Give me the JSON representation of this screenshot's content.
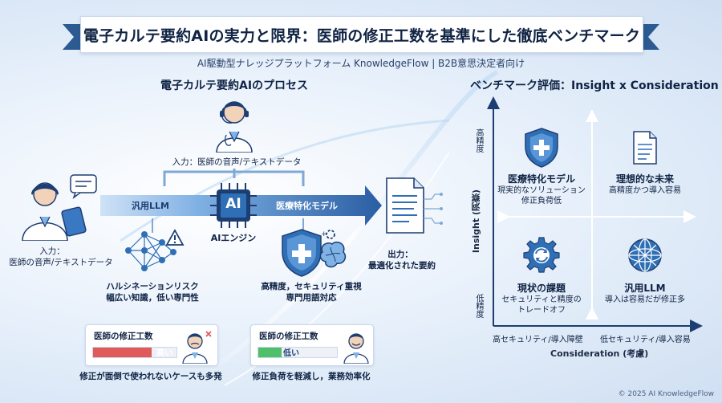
{
  "header": {
    "title": "電子カルテ要約AIの実力と限界：医師の修正工数を基準にした徹底ベンチマーク",
    "subtitle": "AI駆動型ナレッジプラットフォーム KnowledgeFlow | B2B意思決定者向け"
  },
  "process": {
    "title": "電子カルテ要約AIのプロセス",
    "top_input": "入力：医師の音声/テキストデータ",
    "left_input_1": "入力：",
    "left_input_2": "医師の音声/テキストデータ",
    "general_llm": "汎用LLM",
    "medical_model": "医療特化モデル",
    "ai_chip": "AI",
    "ai_engine": "AIエンジン",
    "output_1": "出力：",
    "output_2": "最適化された要約",
    "hallucination_1": "ハルシネーションリスク",
    "hallucination_2": "幅広い知識，低い専門性",
    "precision_1": "高精度，セキュリティ重視",
    "precision_2": "専門用語対応",
    "panel_left": {
      "title": "医師の修正工数",
      "level": "高い",
      "caption": "修正が面倒で使われないケースも多発",
      "fill": 0.7,
      "color": "#e05a5a"
    },
    "panel_right": {
      "title": "医師の修正工数",
      "level": "低い",
      "caption": "修正負荷を軽減し，業務効率化",
      "fill": 0.3,
      "color": "#4fbf6a"
    }
  },
  "benchmark": {
    "title": "ベンチマーク評価：Insight x Consideration",
    "y_axis": "Insight (洞察)",
    "y_high": "高精度",
    "y_low": "低精度",
    "x_axis": "Consideration (考慮)",
    "x_left": "高セキュリティ/導入障壁",
    "x_right": "低セキュリティ/導入容易",
    "q1": {
      "title": "医療特化モデル",
      "sub1": "現実的なソリューション",
      "sub2": "修正負荷低"
    },
    "q2": {
      "title": "理想的な未来",
      "sub1": "高精度かつ導入容易"
    },
    "q3": {
      "title": "現状の課題",
      "sub1": "セキュリティと精度の",
      "sub2": "トレードオフ"
    },
    "q4": {
      "title": "汎用LLM",
      "sub1": "導入は容易だが修正多"
    }
  },
  "footer": "© 2025 AI KnowledgeFlow",
  "colors": {
    "navy": "#1d3e72",
    "accent": "#2f6fb5",
    "red": "#e05a5a",
    "green": "#4fbf6a"
  }
}
